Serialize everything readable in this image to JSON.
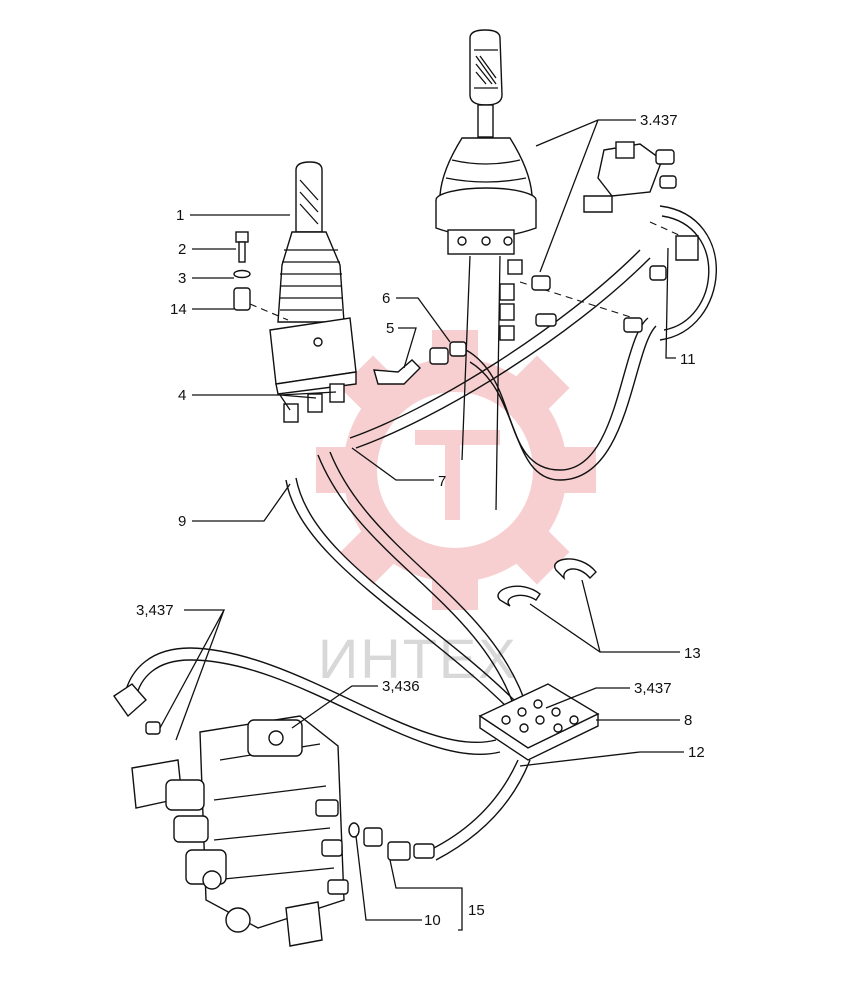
{
  "watermark": {
    "text": "ИНТЕХ",
    "color": "#f2a9ab"
  },
  "callouts": {
    "c1": "1",
    "c2": "2",
    "c3": "3",
    "c14": "14",
    "c4": "4",
    "c5": "5",
    "c6": "6",
    "c7": "7",
    "c9": "9",
    "c11": "11",
    "c13": "13",
    "c8": "8",
    "c12": "12",
    "c10": "10",
    "c15": "15",
    "ref_top": "3.437",
    "ref_left": "3,437",
    "ref_valve": "3,436",
    "ref_plate": "3,437"
  }
}
